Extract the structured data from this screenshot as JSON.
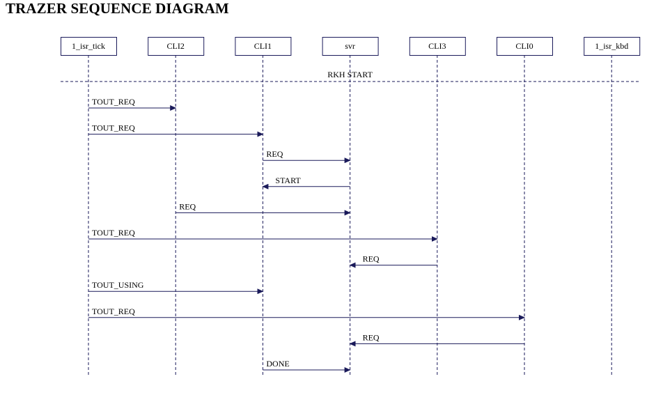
{
  "title": "TRAZER SEQUENCE DIAGRAM",
  "colors": {
    "line": "#1a1a5a",
    "box_border": "#1a1a5a",
    "text": "#000000"
  },
  "participants": [
    {
      "id": "isr_tick",
      "label": "1_isr_tick"
    },
    {
      "id": "cli2",
      "label": "CLI2"
    },
    {
      "id": "cli1",
      "label": "CLI1"
    },
    {
      "id": "svr",
      "label": "svr"
    },
    {
      "id": "cli3",
      "label": "CLI3"
    },
    {
      "id": "cli0",
      "label": "CLI0"
    },
    {
      "id": "isr_kbd",
      "label": "1_isr_kbd"
    }
  ],
  "separator": {
    "label": "RKH START"
  },
  "messages": [
    {
      "from": "isr_tick",
      "to": "cli2",
      "label": "TOUT_REQ"
    },
    {
      "from": "isr_tick",
      "to": "cli1",
      "label": "TOUT_REQ"
    },
    {
      "from": "cli1",
      "to": "svr",
      "label": "REQ"
    },
    {
      "from": "svr",
      "to": "cli1",
      "label": "START"
    },
    {
      "from": "cli2",
      "to": "svr",
      "label": "REQ"
    },
    {
      "from": "isr_tick",
      "to": "cli3",
      "label": "TOUT_REQ"
    },
    {
      "from": "cli3",
      "to": "svr",
      "label": "REQ"
    },
    {
      "from": "isr_tick",
      "to": "cli1",
      "label": "TOUT_USING"
    },
    {
      "from": "isr_tick",
      "to": "cli0",
      "label": "TOUT_REQ"
    },
    {
      "from": "cli0",
      "to": "svr",
      "label": "REQ"
    },
    {
      "from": "cli1",
      "to": "svr",
      "label": "DONE"
    }
  ]
}
